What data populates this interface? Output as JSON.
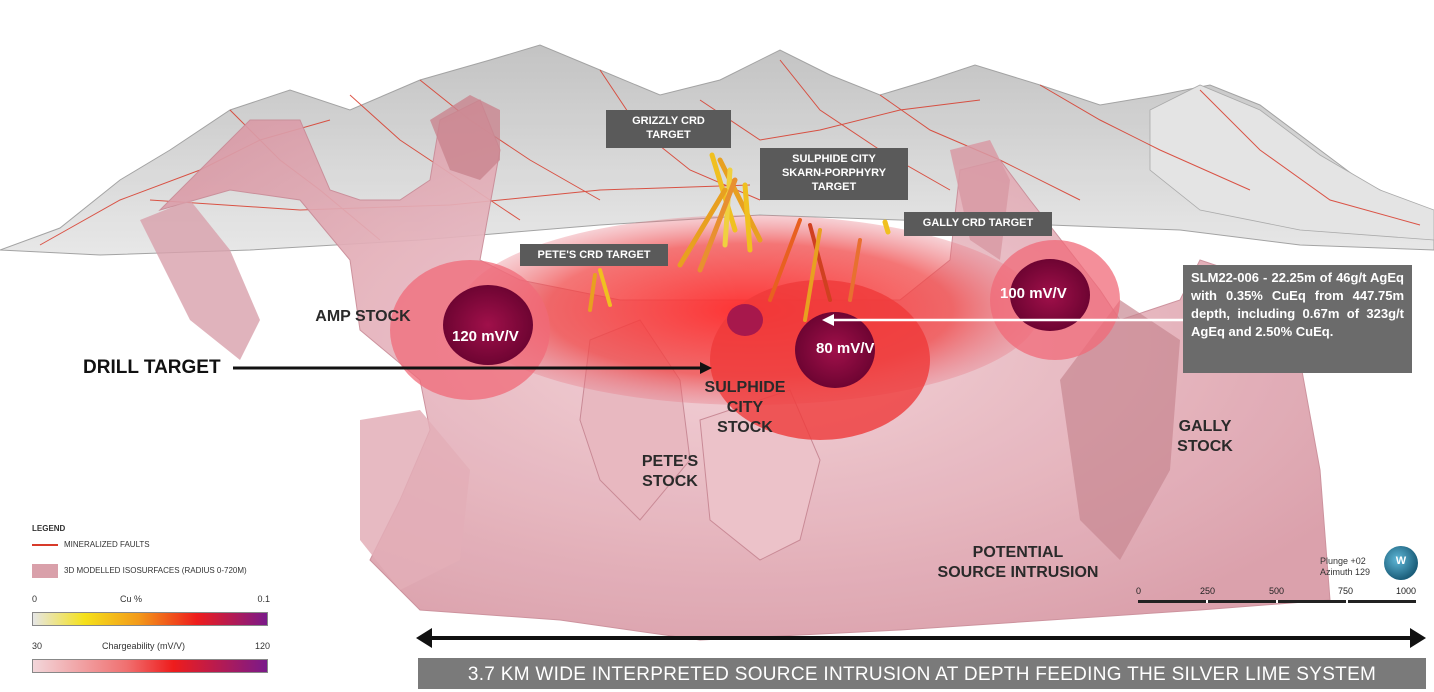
{
  "labels": {
    "grizzly": "GRIZZLY CRD\nTARGET",
    "sulphide_city_target": "SULPHIDE CITY\nSKARN-PORPHYRY\nTARGET",
    "gally_crd": "GALLY CRD TARGET",
    "petes_crd": "PETE'S CRD TARGET",
    "amp_stock": "AMP STOCK",
    "drill_target": "DRILL TARGET",
    "sulphide_city_stock": "SULPHIDE\nCITY\nSTOCK",
    "petes_stock": "PETE'S\nSTOCK",
    "gally_stock": "GALLY\nSTOCK",
    "potential_source": "POTENTIAL\nSOURCE INTRUSION",
    "mv_120": "120 mV/V",
    "mv_100": "100 mV/V",
    "mv_80": "80 mV/V"
  },
  "note": "SLM22-006 - 22.25m of 46g/t AgEq with 0.35% CuEq from 447.75m depth, including 0.67m of 323g/t AgEq and 2.50% CuEq.",
  "banner": "3.7 KM WIDE INTERPRETED SOURCE INTRUSION AT DEPTH FEEDING THE SILVER LIME SYSTEM",
  "legend": {
    "title": "LEGEND",
    "faults": "MINERALIZED FAULTS",
    "isosurfaces": "3D MODELLED ISOSURFACES (RADIUS 0-720M)",
    "cu": {
      "label": "Cu %",
      "min": "0",
      "max": "0.1"
    },
    "chargeability": {
      "label": "Chargeability (mV/V)",
      "min": "30",
      "max": "120"
    }
  },
  "orientation": {
    "plunge": "Plunge +02",
    "azimuth": "Azimuth 129"
  },
  "scale": {
    "ticks": [
      "0",
      "250",
      "500",
      "750",
      "1000"
    ]
  },
  "colors": {
    "intrusion_pink": "#e8b4bc",
    "anomaly_red": "#e8202a",
    "core_magenta": "#8a0a3e",
    "fault_red": "#d83a2a",
    "terrain_grey": "#c8c8c8",
    "box_grey": "#5a5a5a"
  },
  "icons": {
    "compass": "globe-compass-icon"
  }
}
